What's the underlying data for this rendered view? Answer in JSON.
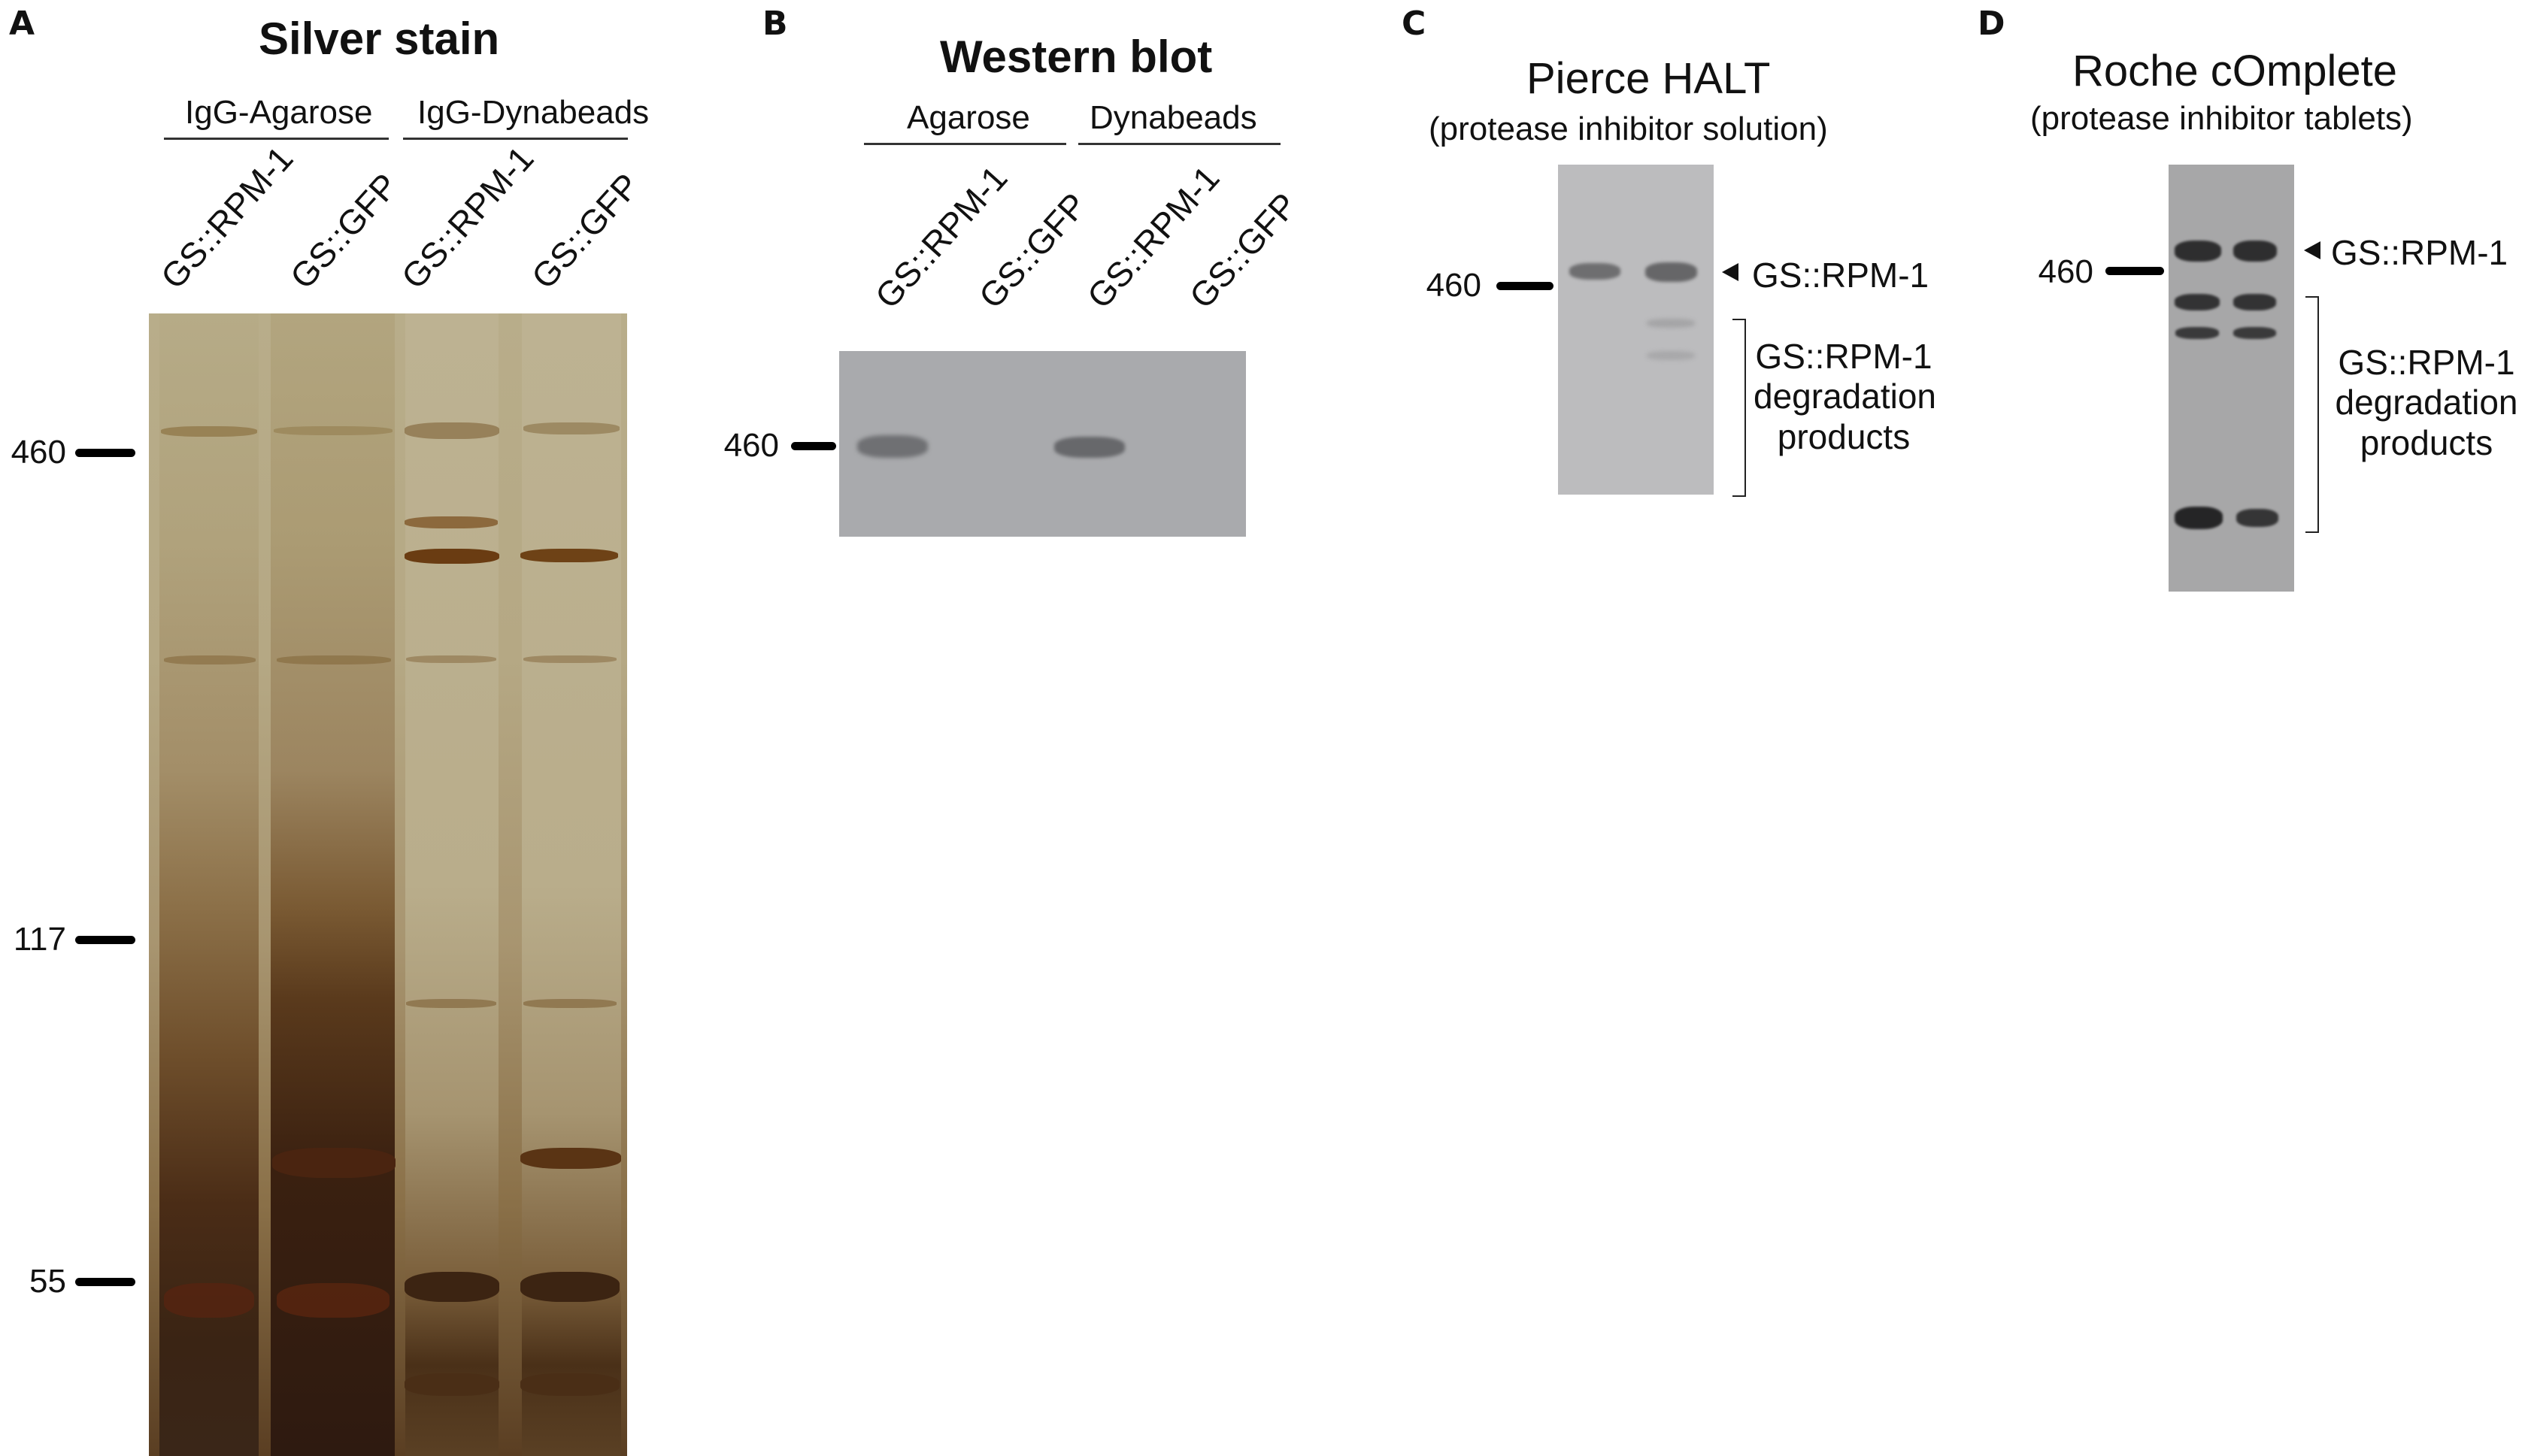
{
  "panels": {
    "A": {
      "letter": "A",
      "title": "Silver stain",
      "groups": [
        {
          "label": "IgG-Agarose"
        },
        {
          "label": "IgG-Dynabeads"
        }
      ],
      "lanes": [
        "GS::RPM-1",
        "GS::GFP",
        "GS::RPM-1",
        "GS::GFP"
      ],
      "markers": [
        {
          "label": "460"
        },
        {
          "label": "117"
        },
        {
          "label": "55"
        }
      ],
      "gel_color": "#b5a884"
    },
    "B": {
      "letter": "B",
      "title": "Western blot",
      "groups": [
        {
          "label": "Agarose"
        },
        {
          "label": "Dynabeads"
        }
      ],
      "lanes": [
        "GS::RPM-1",
        "GS::GFP",
        "GS::RPM-1",
        "GS::GFP"
      ],
      "markers": [
        {
          "label": "460"
        }
      ],
      "gel_color": "#a9aaad"
    },
    "C": {
      "letter": "C",
      "title": "Pierce HALT",
      "subtitle": "(protease inhibitor solution)",
      "markers": [
        {
          "label": "460"
        }
      ],
      "band_label": "GS::RPM-1",
      "bracket_label": [
        "GS::RPM-1",
        "degradation",
        "products"
      ],
      "gel_color": "#bcbcbe"
    },
    "D": {
      "letter": "D",
      "title": "Roche cOmplete",
      "subtitle": "(protease inhibitor tablets)",
      "markers": [
        {
          "label": "460"
        }
      ],
      "band_label": "GS::RPM-1",
      "bracket_label": [
        "GS::RPM-1",
        "degradation",
        "products"
      ],
      "gel_color": "#a7a7a8"
    }
  }
}
